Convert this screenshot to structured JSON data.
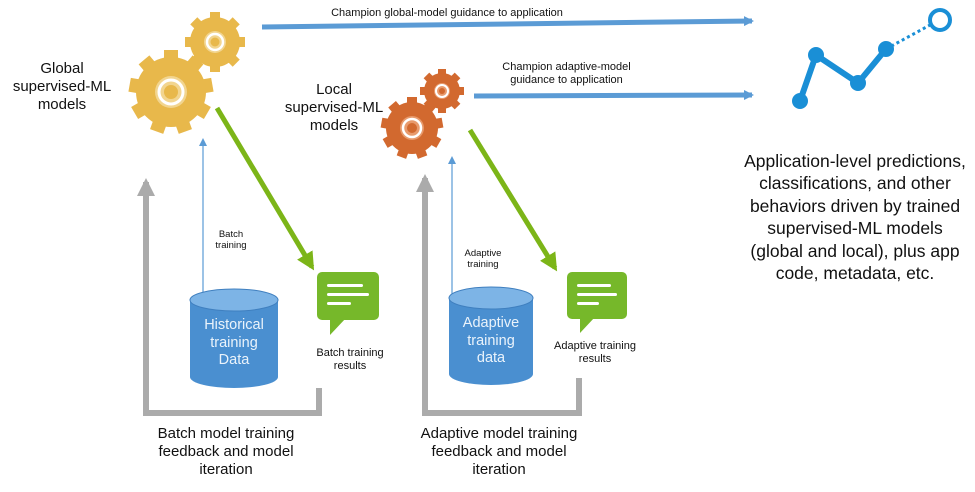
{
  "labels": {
    "global_models": "Global supervised-ML models",
    "local_models": "Local supervised-ML models",
    "champion_global": "Champion global-model guidance to application",
    "champion_adaptive": "Champion adaptive-model guidance to application",
    "batch_training": "Batch training",
    "adaptive_training": "Adaptive training",
    "historical_data": "Historical training Data",
    "adaptive_data": "Adaptive training data",
    "batch_results": "Batch training results",
    "adaptive_results": "Adaptive training results",
    "batch_feedback": "Batch model training feedback and model iteration",
    "adaptive_feedback": "Adaptive model training feedback and model iteration",
    "application_level": "Application-level predictions, classifications, and other behaviors driven by trained supervised-ML models (global and local), plus app code, metadata, etc."
  },
  "colors": {
    "global_gear": "#E8B84B",
    "local_gear": "#D2692F",
    "blue_arrow": "#5B9BD5",
    "green_arrow": "#7CB518",
    "gray_arrow": "#ABABAB",
    "database": "#4A8FD0",
    "chat_icon": "#76B82A",
    "chart_icon": "#1A8FD6"
  },
  "icons": [
    "gear-icon",
    "database-icon",
    "chat-bubble-icon",
    "line-chart-icon"
  ]
}
